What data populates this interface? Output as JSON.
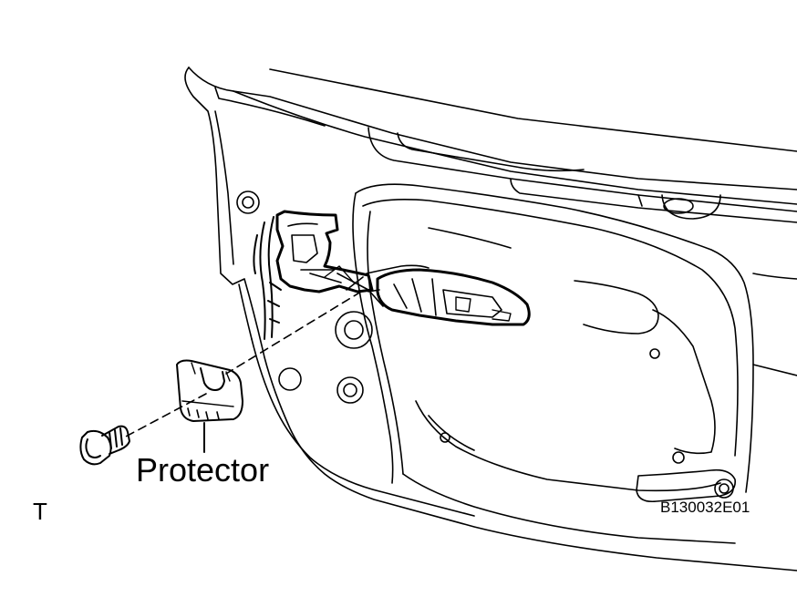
{
  "diagram": {
    "callouts": {
      "protector": "Protector"
    },
    "view_letter": "T",
    "figure_code": "B130032E01",
    "parts": [
      "door-inner-panel",
      "door-lock-bracket",
      "outside-handle-frame",
      "protector",
      "bolt"
    ]
  }
}
